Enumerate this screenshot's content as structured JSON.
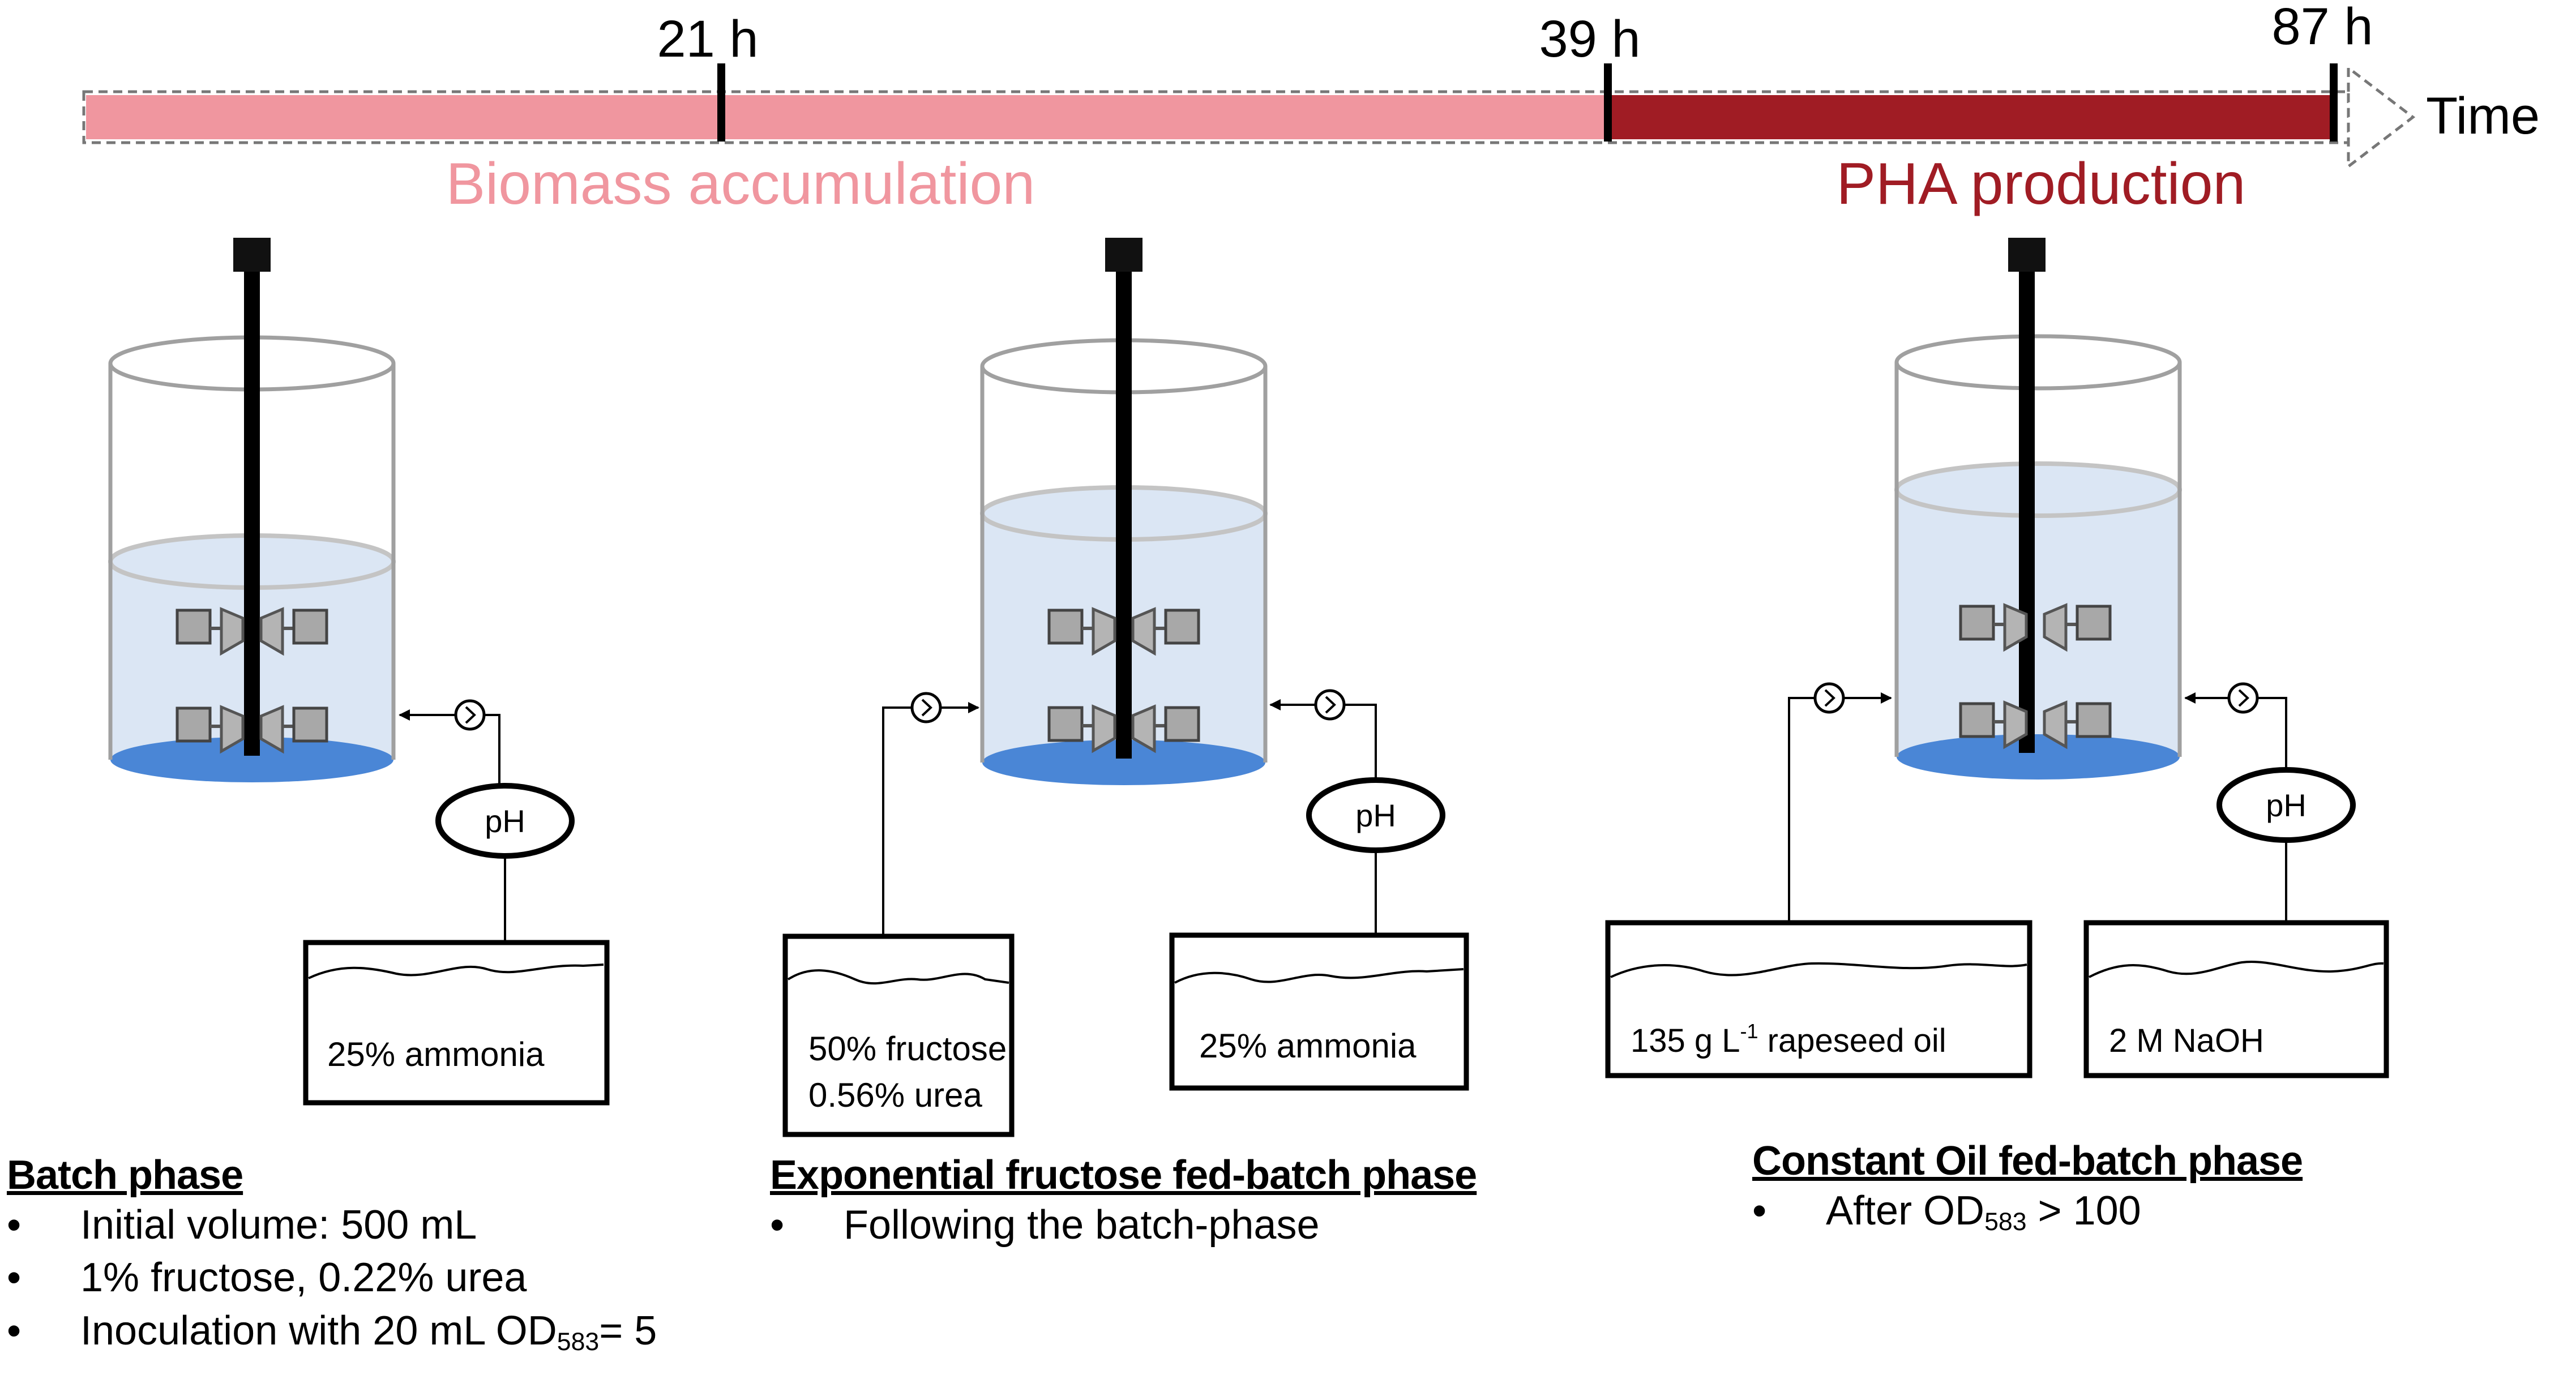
{
  "timeline": {
    "markers": [
      {
        "label": "21 h"
      },
      {
        "label": "39 h"
      },
      {
        "label": "87 h"
      }
    ],
    "axis_label": "Time",
    "stages": [
      {
        "label": "Biomass accumulation",
        "color": "#f0969f"
      },
      {
        "label": "PHA production",
        "color": "#a01c24"
      }
    ]
  },
  "reactors": [
    {
      "id": "batch",
      "ph_label": "pH",
      "feeds": [
        {
          "lines": [
            "25% ammonia"
          ]
        }
      ]
    },
    {
      "id": "exponential",
      "ph_label": "pH",
      "feeds": [
        {
          "lines": [
            "50% fructose",
            "0.56% urea"
          ]
        },
        {
          "lines": [
            "25% ammonia"
          ]
        }
      ]
    },
    {
      "id": "oil",
      "ph_label": "pH",
      "feeds": [
        {
          "lines": [
            "135 g L",
            "-1",
            " rapeseed oil"
          ]
        },
        {
          "lines": [
            "2 M NaOH"
          ]
        }
      ]
    }
  ],
  "phases": [
    {
      "title": "Batch phase",
      "bullets": [
        {
          "text": "Initial volume: 500 mL"
        },
        {
          "text": "1% fructose, 0.22% urea"
        },
        {
          "text": "Inoculation with 20 mL OD",
          "sub": "583",
          "after": "= 5"
        }
      ]
    },
    {
      "title": "Exponential fructose fed-batch phase",
      "bullets": [
        {
          "text": "Following the batch-phase"
        }
      ]
    },
    {
      "title": "Constant Oil fed-batch phase",
      "bullets": [
        {
          "text": "After OD",
          "sub": "583",
          "after": " > 100"
        }
      ]
    }
  ],
  "colors": {
    "liquid": "#dbe6f4",
    "liquid_bottom": "#4a86d6",
    "vessel_stroke": "#a0a0a0",
    "impeller": "#a8a8a8"
  }
}
